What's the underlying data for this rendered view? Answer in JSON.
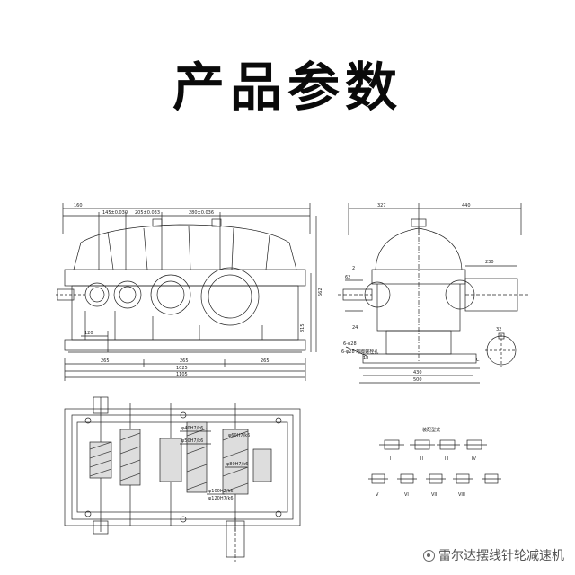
{
  "title": "产品参数",
  "front_view": {
    "top_dims": [
      "160",
      "145±0.030",
      "205±0.033",
      "280±0.036"
    ],
    "bottom_dims": [
      "265",
      "265",
      "265"
    ],
    "overall_dims": [
      "1025",
      "1105"
    ],
    "side_dims": [
      "120",
      "315",
      "662"
    ]
  },
  "side_view": {
    "top_dims": [
      "327",
      "440"
    ],
    "dims": [
      "230",
      "62",
      "32",
      "24",
      "6-φ28",
      "430",
      "500",
      "18",
      "2",
      "C"
    ],
    "callout": "6-φ28 地脚螺栓孔"
  },
  "plan_view": {
    "callouts": [
      "φ40H7/k6",
      "φ50H7/k6",
      "φ60H7/k6",
      "φ80H7/k6",
      "φ100H7/k6",
      "φ120H7/k6"
    ]
  },
  "assembly_forms": {
    "title": "装配型式",
    "labels": [
      "I",
      "II",
      "III",
      "IV",
      "V",
      "VI",
      "VII",
      "VIII"
    ]
  },
  "watermark": "雷尔达摆线针轮减速机"
}
